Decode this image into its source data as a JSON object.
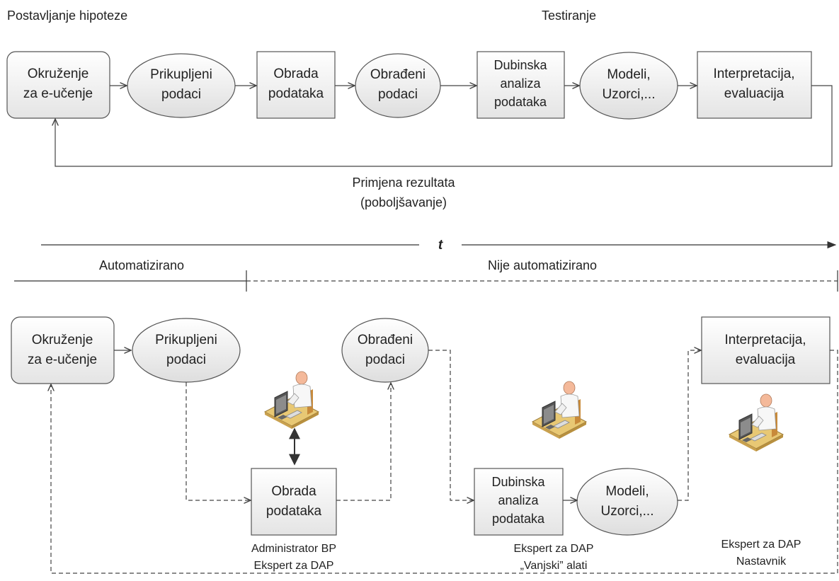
{
  "top": {
    "heading_left": "Postavljanje hipoteze",
    "heading_right": "Testiranje",
    "nodes": {
      "env": [
        "Okruženje",
        "za e-učenje"
      ],
      "collected": [
        "Prikupljeni",
        "podaci"
      ],
      "processing": [
        "Obrada",
        "podataka"
      ],
      "processed": [
        "Obrađeni",
        "podaci"
      ],
      "mining": [
        "Dubinska",
        "analiza",
        "podataka"
      ],
      "models": [
        "Modeli,",
        "Uzorci,..."
      ],
      "interp": [
        "Interpretacija,",
        "evaluacija"
      ]
    },
    "feedback": [
      "Primjena rezultata",
      "(poboljšavanje)"
    ]
  },
  "timeline": {
    "symbol": "t",
    "auto_label": "Automatizirano",
    "manual_label": "Nije automatizirano"
  },
  "bottom": {
    "nodes": {
      "env": [
        "Okruženje",
        "za e-učenje"
      ],
      "collected": [
        "Prikupljeni",
        "podaci"
      ],
      "processing": [
        "Obrada",
        "podataka"
      ],
      "processed": [
        "Obrađeni",
        "podaci"
      ],
      "mining": [
        "Dubinska",
        "analiza",
        "podataka"
      ],
      "models": [
        "Modeli,",
        "Uzorci,..."
      ],
      "interp": [
        "Interpretacija,",
        "evaluacija"
      ]
    },
    "roles": {
      "processing": [
        "Administrator BP",
        "Ekspert za DAP"
      ],
      "mining": [
        "Ekspert za DAP",
        "„Vanjski” alati"
      ],
      "interp": [
        "Ekspert za DAP",
        "Nastavnik"
      ]
    },
    "icons": [
      "person-at-computer-icon",
      "person-at-computer-icon",
      "person-at-computer-icon"
    ]
  }
}
